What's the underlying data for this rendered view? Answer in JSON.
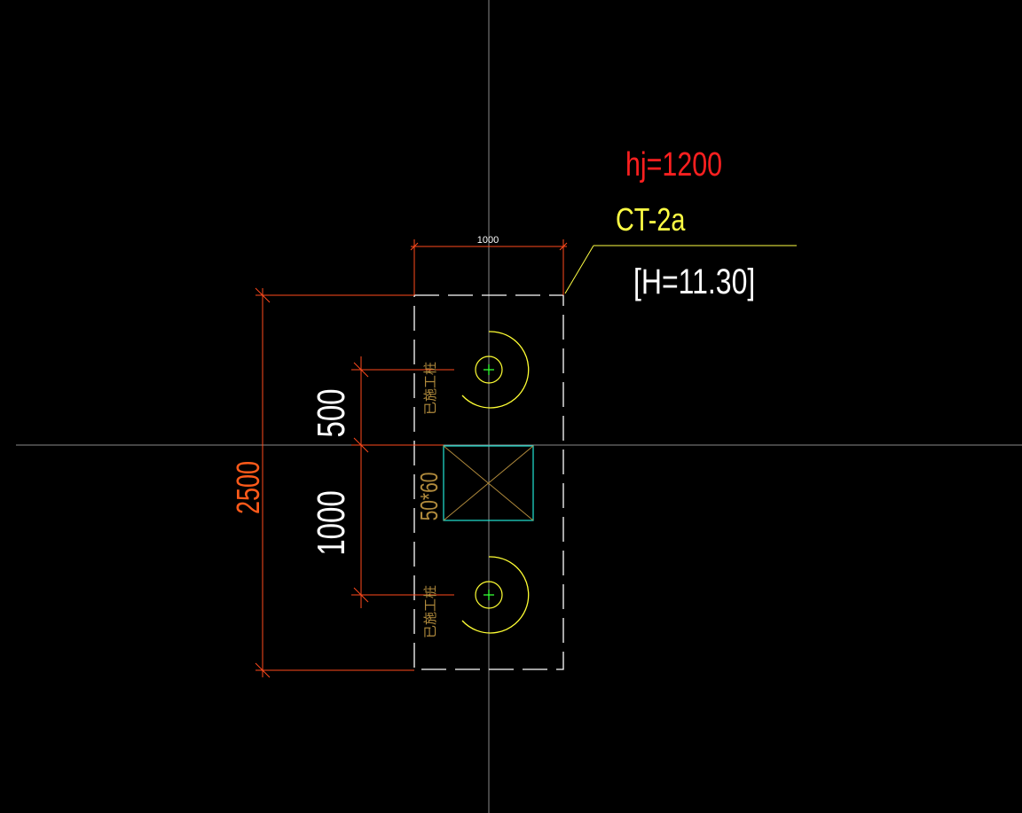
{
  "drawing": {
    "colors": {
      "background": "#000000",
      "crosshair": "#8a8a8a",
      "cap_outline": "#ffffff",
      "dimension_line": "#ff4a1c",
      "tick": "#ff4a1c",
      "pile_circle": "#ffff33",
      "pile_mark": "#33ff33",
      "column": "#22e6d6",
      "column_cross": "#b08a3c",
      "label_red": "#ff2020",
      "label_yellow": "#ffff44",
      "label_white": "#ffffff",
      "label_orange": "#ff5a1a",
      "label_brown": "#b08a3c"
    },
    "labels": {
      "hj": "hj=1200",
      "cap_name": "CT-2a",
      "elevation": "[H=11.30]",
      "width_dim": "1000",
      "total_dim": "2500",
      "upper_dim": "500",
      "pile_spacing_dim": "1000",
      "column_size": "50*60",
      "pile_note_top": "已施工桩",
      "pile_note_bottom": "已施工桩"
    },
    "icons": {
      "pile": "pile-circle-icon",
      "column": "column-cross-icon"
    }
  }
}
